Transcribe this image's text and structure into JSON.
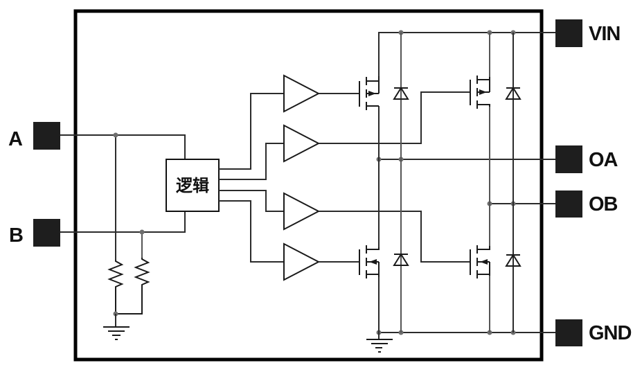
{
  "diagram": {
    "type": "circuit-schematic",
    "description": "Dual-input H-bridge motor driver block diagram",
    "logic_block": {
      "label": "逻辑"
    },
    "pins": {
      "left": [
        {
          "id": "A",
          "label": "A"
        },
        {
          "id": "B",
          "label": "B"
        }
      ],
      "right": [
        {
          "id": "VIN",
          "label": "VIN"
        },
        {
          "id": "OA",
          "label": "OA"
        },
        {
          "id": "OB",
          "label": "OB"
        },
        {
          "id": "GND",
          "label": "GND"
        }
      ]
    },
    "components": {
      "buffers": 4,
      "mosfets": [
        {
          "id": "Q1",
          "position": "high-side-left",
          "output": "OA"
        },
        {
          "id": "Q2",
          "position": "high-side-right",
          "output": "OB"
        },
        {
          "id": "Q3",
          "position": "low-side-left",
          "output": "OA"
        },
        {
          "id": "Q4",
          "position": "low-side-right",
          "output": "OB"
        }
      ],
      "diodes": 4,
      "pulldown_resistors": 2,
      "ground_symbols": 2
    },
    "colors": {
      "wire": "#2b2b2b",
      "pad": "#1e1e1e",
      "junction": "#6e6e6e",
      "frame": "#000000"
    }
  }
}
